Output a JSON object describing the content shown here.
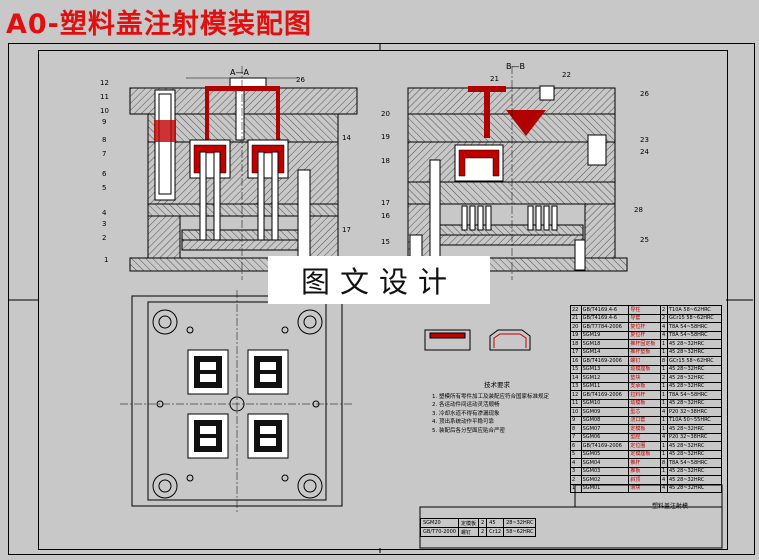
{
  "title": "A0-塑料盖注射模装配图",
  "watermark": "图文设计",
  "views": {
    "left_section": "A—A",
    "right_section": "B—B"
  },
  "part_numbers_left": [
    "12",
    "11",
    "10",
    "9",
    "8",
    "7",
    "6",
    "5",
    "4",
    "3",
    "2",
    "1",
    "14",
    "17",
    "26"
  ],
  "part_numbers_right": [
    "21",
    "22",
    "20",
    "19",
    "18",
    "16",
    "15",
    "17",
    "23",
    "24",
    "25",
    "26",
    "28"
  ],
  "notes": {
    "heading": "技术要求",
    "items": [
      "1. 塑模所有零件加工及装配应符合国家标准规定",
      "2. 各运动件间运动灵活顺畅",
      "3. 冷却水道不得有渗漏现象",
      "4. 顶出系统动作平稳可靠",
      "5. 装配后各分型面应贴合严密"
    ]
  },
  "bom_rows": [
    [
      "GB/T4169.4-6",
      "导柱",
      "2",
      "T10A 58~62HRC"
    ],
    [
      "GB/T4169.4-6",
      "导套",
      "2",
      "GCr15 58~62HRC"
    ],
    [
      "GB/T7784-2006",
      "复位杆",
      "4",
      "T8A 54~58HRC"
    ],
    [
      "SGM19",
      "复位杆",
      "4",
      "T8A 54~58HRC"
    ],
    [
      "SGM18",
      "推杆固定板",
      "1",
      "45 28~32HRC"
    ],
    [
      "SGM14",
      "推杆垫板",
      "1",
      "45 28~32HRC"
    ],
    [
      "GB/T4169-2006",
      "螺钉",
      "8",
      "GCr15 58~62HRC"
    ],
    [
      "SGM13",
      "动模座板",
      "1",
      "45 28~32HRC"
    ],
    [
      "SGM12",
      "垫块",
      "2",
      "45 28~32HRC"
    ],
    [
      "SGM11",
      "支承板",
      "1",
      "45 28~32HRC"
    ],
    [
      "GB/T4169-2006",
      "拉料杆",
      "1",
      "T8A 54~58HRC"
    ],
    [
      "SGM10",
      "动模板",
      "1",
      "45 28~32HRC"
    ],
    [
      "SGM09",
      "型芯",
      "4",
      "P20 32~38HRC"
    ],
    [
      "SGM08",
      "浇口套",
      "1",
      "T10A 50~55HRC"
    ],
    [
      "SGM07",
      "定模板",
      "1",
      "45 28~32HRC"
    ],
    [
      "SGM06",
      "型腔",
      "4",
      "P20 32~38HRC"
    ],
    [
      "GB/T4169-2006",
      "定位圈",
      "1",
      "45 28~32HRC"
    ],
    [
      "SGM05",
      "定模座板",
      "1",
      "45 28~32HRC"
    ],
    [
      "SGM04",
      "推杆",
      "8",
      "T8A 54~58HRC"
    ],
    [
      "SGM03",
      "推板",
      "1",
      "45 28~32HRC"
    ],
    [
      "SGM02",
      "斜顶",
      "4",
      "45 28~32HRC"
    ],
    [
      "SGM01",
      "滑块",
      "4",
      "45 28~32HRC"
    ]
  ],
  "title_block": {
    "drawing_name": "塑料盖注射模",
    "rows": [
      [
        "SGM20",
        "定模板",
        "2",
        "45",
        "28~32HRC"
      ],
      [
        "GB/T70-2000",
        "螺钉",
        "2",
        "Cr12",
        "58~62HRC"
      ]
    ]
  },
  "colors": {
    "title": "#e01010",
    "background": "#c8c8c8",
    "accent_red": "#c00000"
  }
}
